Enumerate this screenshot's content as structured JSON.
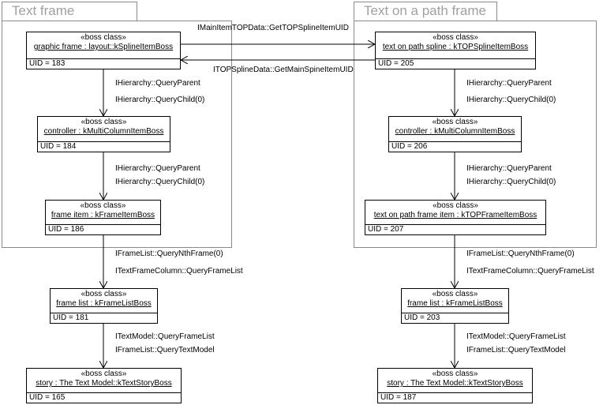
{
  "frames": {
    "text_frame": {
      "title": "Text frame"
    },
    "path_frame": {
      "title": "Text on a path frame"
    }
  },
  "stereotype": "«boss class»",
  "boxes": {
    "graphic_frame": {
      "name": "graphic frame : layout::kSplineItemBoss",
      "uid": "UID = 183"
    },
    "controller_left": {
      "name": "controller : kMultiColumnItemBoss",
      "uid": "UID = 184"
    },
    "frame_item": {
      "name": "frame item : kFrameItemBoss",
      "uid": "UID = 186"
    },
    "frame_list_left": {
      "name": "frame list : kFrameListBoss",
      "uid": "UID = 181"
    },
    "story_left": {
      "name": "story : The Text Model::kTextStoryBoss",
      "uid": "UID = 165"
    },
    "path_spline": {
      "name": "text on path spline : kTOPSplineItemBoss",
      "uid": "UID = 205"
    },
    "controller_right": {
      "name": "controller : kMultiColumnItemBoss",
      "uid": "UID = 206"
    },
    "path_frame_item": {
      "name": "text on path frame item : kTOPFrameItemBoss",
      "uid": "UID = 207"
    },
    "frame_list_right": {
      "name": "frame list : kFrameListBoss",
      "uid": "UID = 203"
    },
    "story_right": {
      "name": "story : The Text Model::kTextStoryBoss",
      "uid": "UID = 187"
    }
  },
  "labels": {
    "get_top_spline": "IMainItemTOPData::GetTOPSplineItemUID",
    "get_main_spline": "ITOPSplineData::GetMainSpineItemUID",
    "query_parent": "IHierarchy::QueryParent",
    "query_child": "IHierarchy::QueryChild(0)",
    "query_nth_frame": "IFrameList::QueryNthFrame(0)",
    "query_frame_list_col": "ITextFrameColumn::QueryFrameList",
    "query_frame_list_model": "ITextModel::QueryFrameList",
    "query_text_model": "IFrameList::QueryTextModel"
  }
}
